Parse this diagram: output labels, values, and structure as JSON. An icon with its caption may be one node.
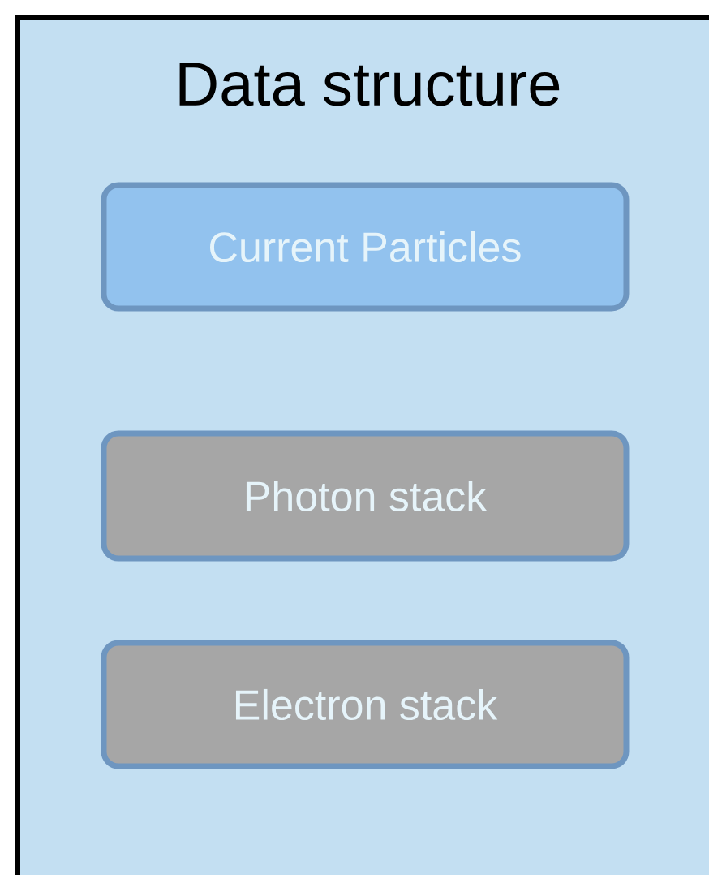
{
  "diagram": {
    "nodes": [
      {
        "text": [
          "Data structure"
        ]
      },
      {
        "text": [
          "Current Particles"
        ],
        "in": 0
      },
      {
        "text": [
          "Photon stack"
        ],
        "in": 0
      },
      {
        "text": [
          "Electron stack"
        ],
        "in": 0
      }
    ]
  }
}
